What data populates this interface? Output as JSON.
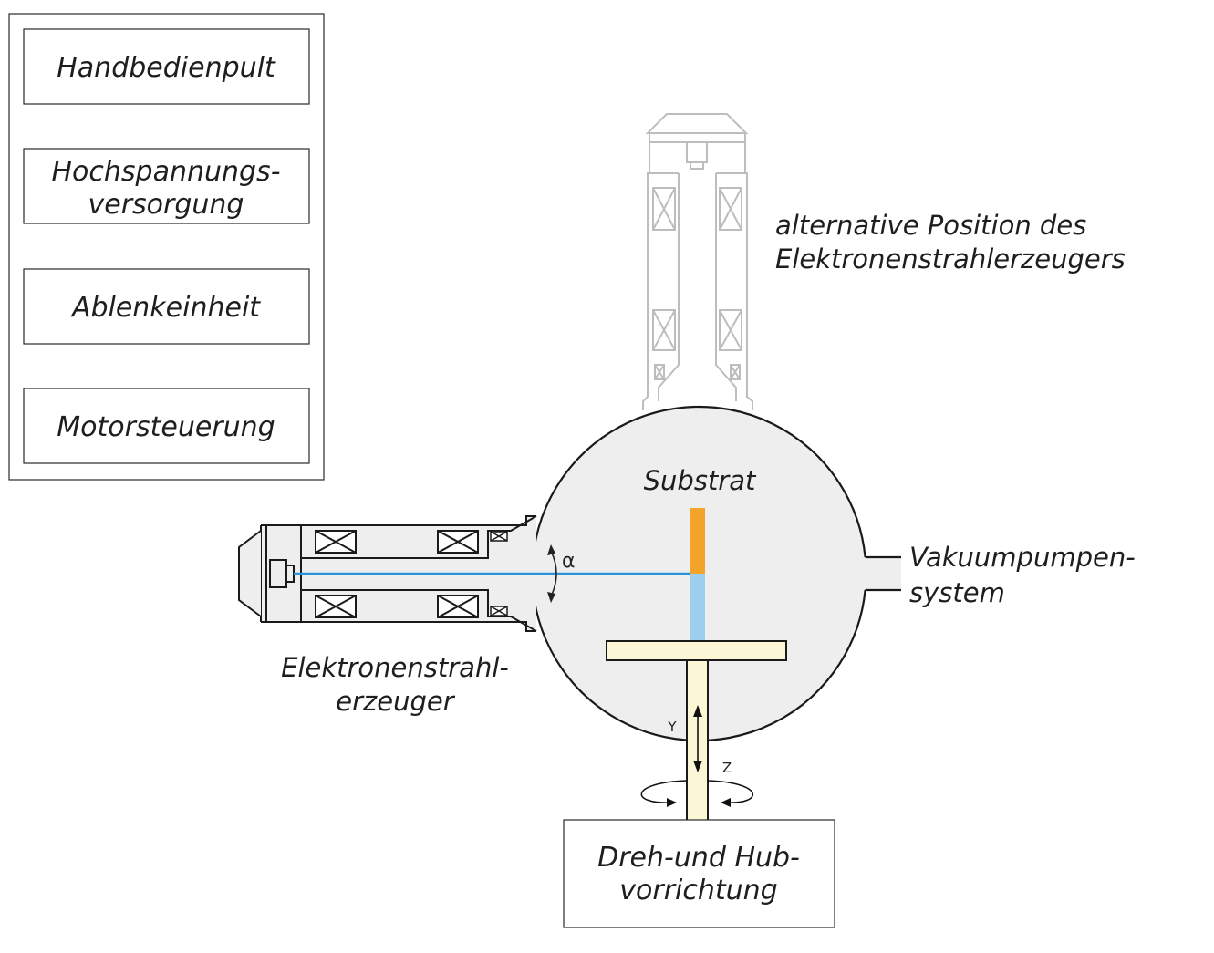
{
  "panel": {
    "items": [
      {
        "lines": [
          "Handbedienpult"
        ]
      },
      {
        "lines": [
          "Hochspannungs-",
          "versorgung"
        ]
      },
      {
        "lines": [
          "Ablenkeinheit"
        ]
      },
      {
        "lines": [
          "Motorsteuerung"
        ]
      }
    ]
  },
  "labels": {
    "alt_position": [
      "alternative Position des",
      "Elektronenstrahlerzeugers"
    ],
    "substrate": "Substrat",
    "vacuum": [
      "Vakuumpumpen-",
      "system"
    ],
    "gun": [
      "Elektronenstrahl-",
      "erzeuger"
    ],
    "drive": [
      "Dreh-und Hub-",
      "vorrichtung"
    ],
    "alpha": "α",
    "axis_y": "Y",
    "axis_z": "Z"
  },
  "colors": {
    "chamber": "#eeeeee",
    "beam": "#2a93d5",
    "substrate_top": "#f2a52a",
    "substrate_bottom": "#9ccfee",
    "holder": "#fbf6d6"
  }
}
